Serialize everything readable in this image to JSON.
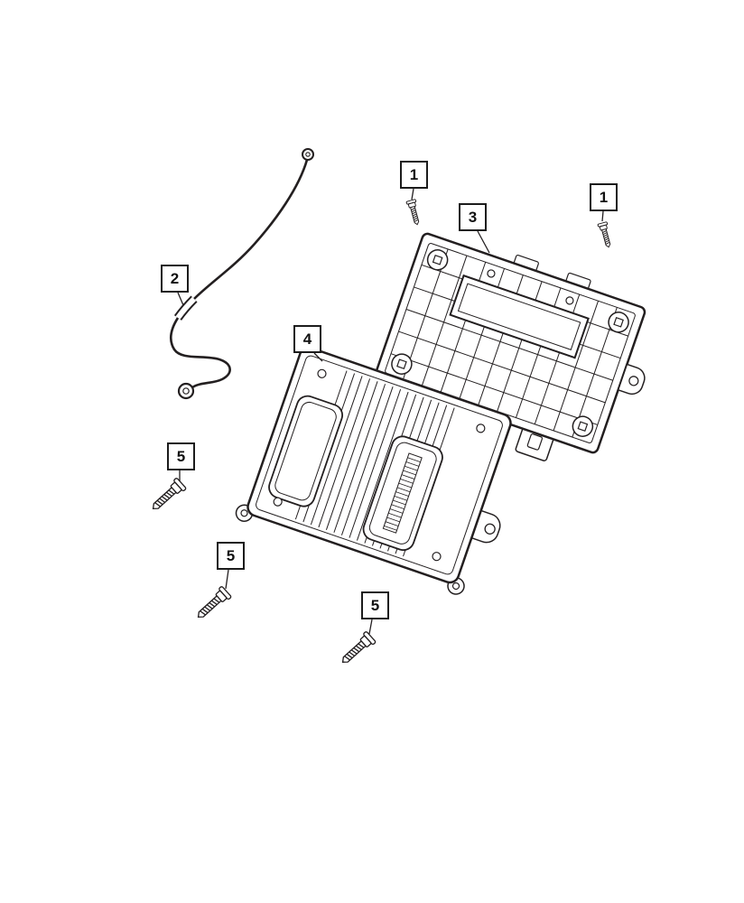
{
  "page": {
    "background_color": "#ffffff",
    "line_color": "#231f20"
  },
  "diagram": {
    "kind": "exploded-parts-diagram",
    "callouts": [
      {
        "label": "1",
        "part": "screw-top-left"
      },
      {
        "label": "1",
        "part": "screw-top-right"
      },
      {
        "label": "2",
        "part": "ground-strap"
      },
      {
        "label": "3",
        "part": "mounting-bracket"
      },
      {
        "label": "4",
        "part": "control-module"
      },
      {
        "label": "5",
        "part": "bolt-left"
      },
      {
        "label": "5",
        "part": "bolt-middle"
      },
      {
        "label": "5",
        "part": "bolt-bottom"
      }
    ]
  }
}
